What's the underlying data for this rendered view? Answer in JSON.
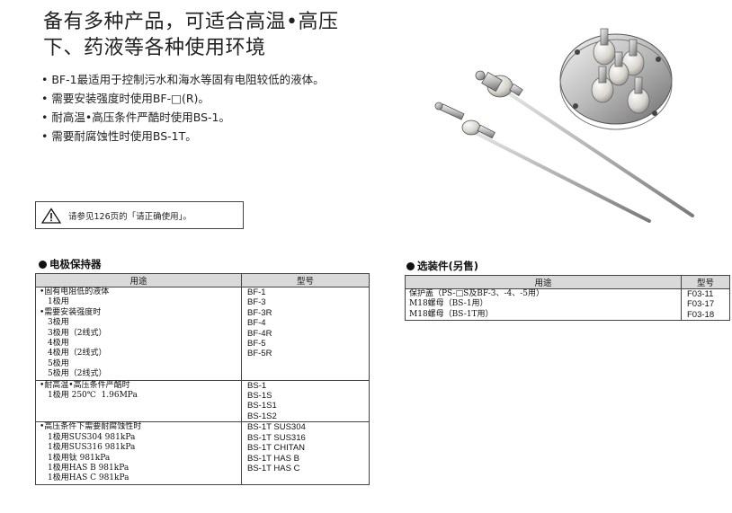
{
  "headline": [
    "备有多种产品，可适合高温•高压",
    "下、药液等各种使用环境"
  ],
  "bullets": [
    "BF-1最适用于控制污水和海水等固有电阻较低的液体。",
    "需要安装强度时使用BF-□(R)。",
    "耐高温•高压条件严酷时使用BS-1。",
    "需要耐腐蚀性时使用BS-1T。"
  ],
  "notice": {
    "icon": "warning-triangle-icon",
    "text": "请参见126页的「请正确使用」。"
  },
  "holder_section": {
    "title": "电极保持器",
    "header": {
      "use": "用途",
      "model": "型号"
    },
    "groups": [
      {
        "use": [
          "•固有电阻低的液体",
          "　1极用",
          "•需要安装强度时",
          "　3极用",
          "　3极用（2线式）",
          "　4极用",
          "　4极用（2线式）",
          "　5极用",
          "　5极用（2线式）"
        ],
        "model": [
          "",
          "BF-1",
          "",
          "BF-3",
          "BF-3R",
          "BF-4",
          "BF-4R",
          "BF-5",
          "BF-5R"
        ]
      },
      {
        "use": [
          "•耐高温•高压条件严酷时",
          "　1极用 250℃  1.96MPa"
        ],
        "model": [
          "",
          "BS-1",
          "BS-1S",
          "BS-1S1",
          "BS-1S2"
        ]
      },
      {
        "use": [
          "•高压条件下需要耐腐蚀性时",
          "　1极用SUS304 981kPa",
          "　1极用SUS316 981kPa",
          "　1极用钛 981kPa",
          "　1极用HAS B 981kPa",
          "　1极用HAS C 981kPa"
        ],
        "model": [
          "",
          "BS-1T SUS304",
          "BS-1T SUS316",
          "BS-1T CHITAN",
          "BS-1T HAS B",
          "BS-1T HAS C"
        ]
      }
    ]
  },
  "option_section": {
    "title": "选装件(另售)",
    "header": {
      "use": "用途",
      "model": "型号"
    },
    "rows": [
      {
        "use": "保护盖（PS-□S及BF-3、-4、-5用）",
        "model": "F03-11"
      },
      {
        "use": "M18螺母（BS-1用）",
        "model": "F03-17"
      },
      {
        "use": "M18螺母（BS-1T用）",
        "model": "F03-18"
      }
    ]
  }
}
